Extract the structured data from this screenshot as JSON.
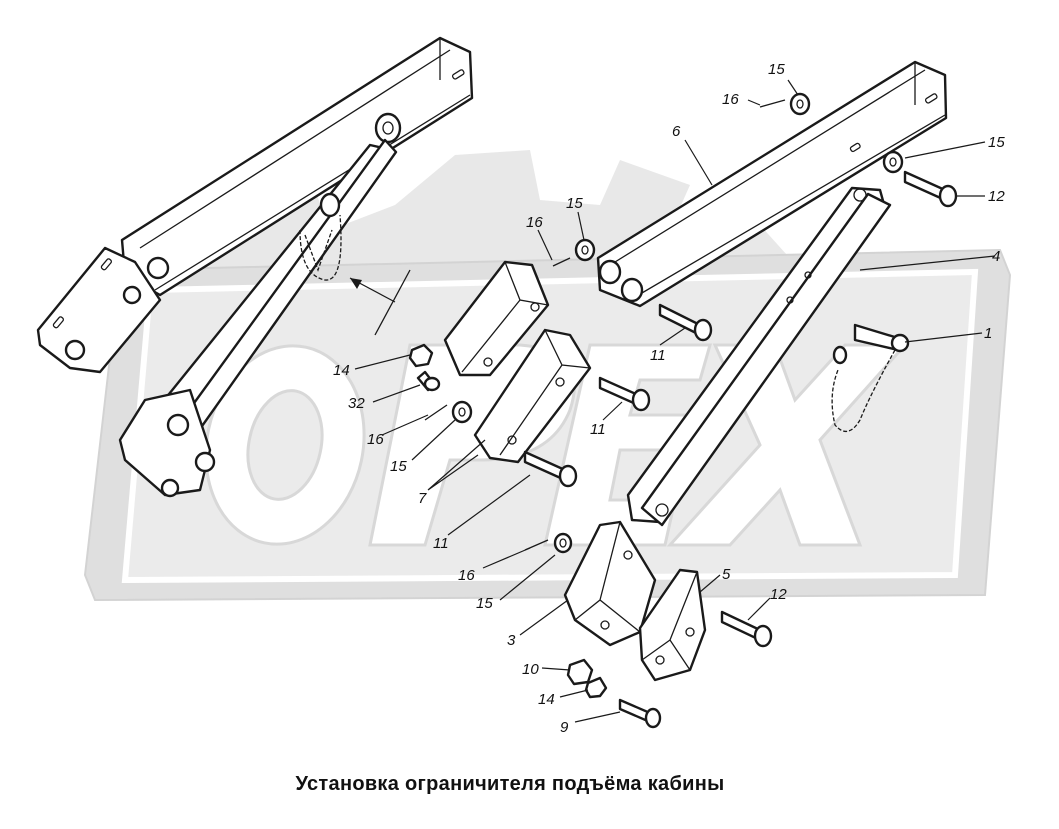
{
  "caption": "Установка ограничителя подъёма кабины",
  "watermark_text": "OPEX",
  "callouts": {
    "c1": "1",
    "c3": "3",
    "c4": "4",
    "c5": "5",
    "c6": "6",
    "c7": "7",
    "c9": "9",
    "c10": "10",
    "c11a": "11",
    "c11b": "11",
    "c11c": "11",
    "c12a": "12",
    "c12b": "12",
    "c14a": "14",
    "c14b": "14",
    "c15a": "15",
    "c15b": "15",
    "c15c": "15",
    "c15d": "15",
    "c15e": "15",
    "c16a": "16",
    "c16b": "16",
    "c16c": "16",
    "c16d": "16",
    "c32": "32"
  }
}
